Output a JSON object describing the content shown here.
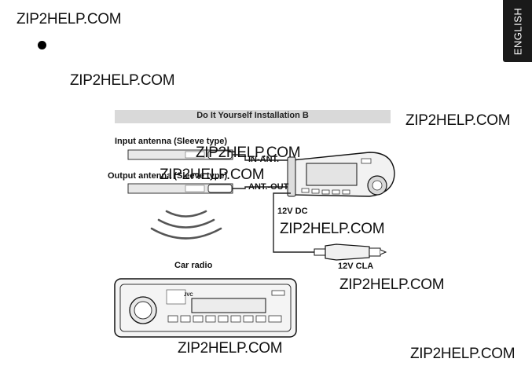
{
  "watermark": "ZIP2HELP.COM",
  "language_tab": "ENGLISH",
  "diagram": {
    "title": "Do It Yourself Installation B",
    "input_antenna_label": "Input antenna (Sleeve type)",
    "output_antenna_label": "Output antenna (Sleeve type)",
    "in_ant_label": "IN-ANT.",
    "ant_out_label": "ANT.-OUT",
    "dc_label": "12V DC",
    "cla_label": "12V CLA",
    "car_radio_label": "Car radio",
    "radio_brand": "JVC"
  }
}
